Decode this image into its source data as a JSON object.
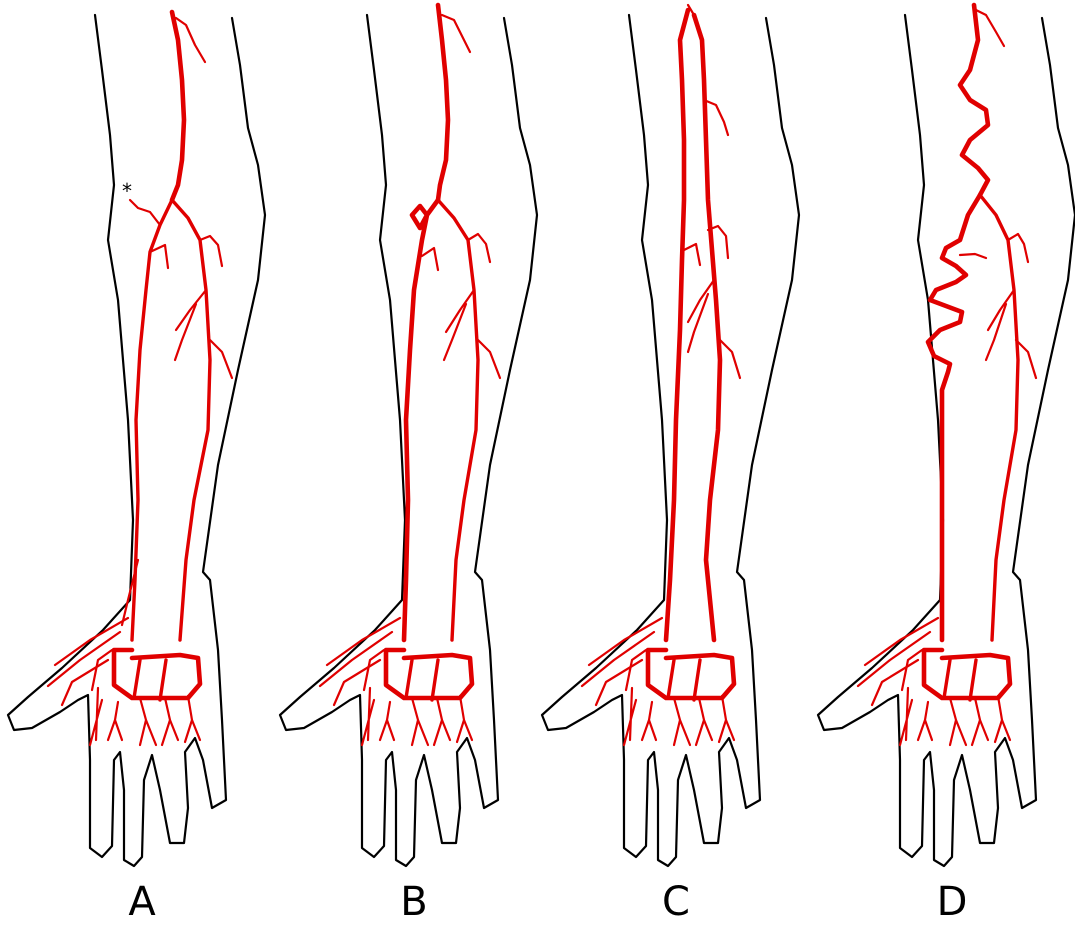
{
  "colors": {
    "artery": "#e00000",
    "outline": "#000000",
    "background": "#ffffff"
  },
  "panels": [
    {
      "label": "A",
      "annotation": "*"
    },
    {
      "label": "B",
      "annotation": ""
    },
    {
      "label": "C",
      "annotation": ""
    },
    {
      "label": "D",
      "annotation": ""
    }
  ]
}
